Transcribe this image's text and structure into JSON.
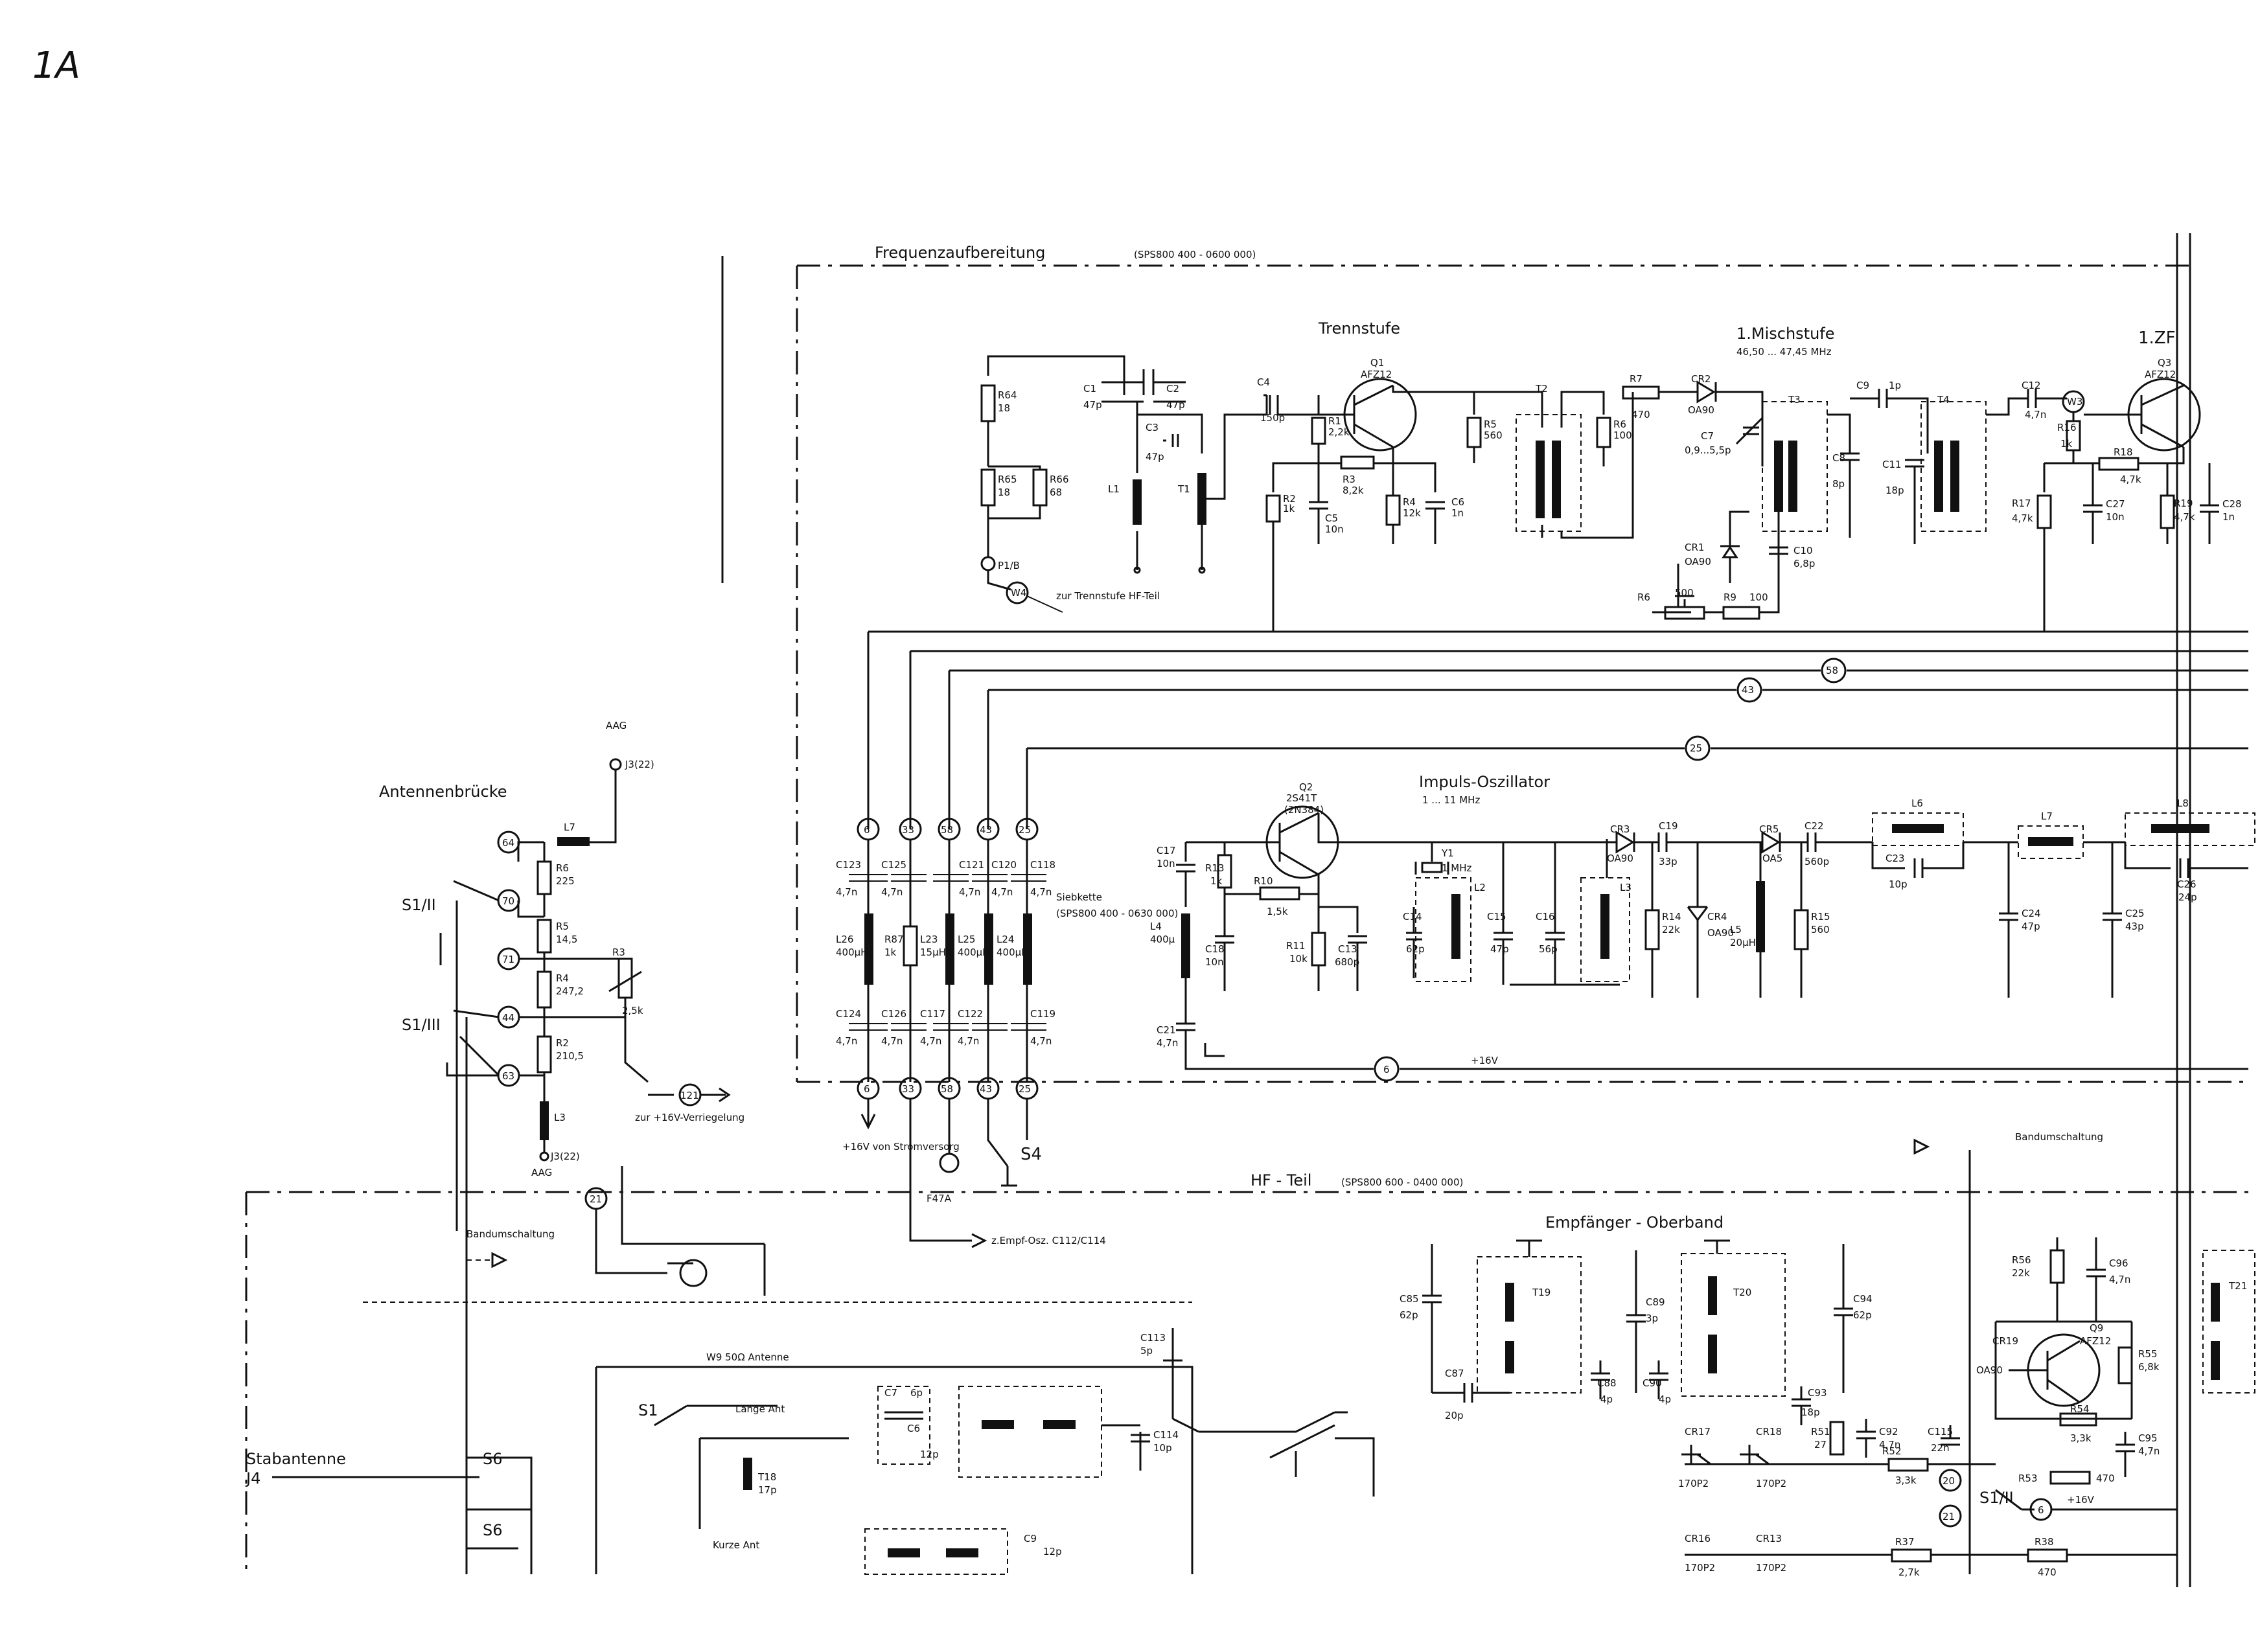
{
  "page_mark": "1A",
  "sections": {
    "freq": "Frequenzaufbereitung",
    "freq_code": "(SPS800 400 - 0600 000)",
    "hf": "HF - Teil",
    "hf_code": "(SPS800 600 - 0400 000)",
    "trennstufe": "Trennstufe",
    "mischstufe": "1.Mischstufe",
    "mischstufe_freq": "46,50 ... 47,45 MHz",
    "zf": "1.ZF",
    "impuls": "Impuls-Oszillator",
    "impuls_freq": "1 ... 11 MHz",
    "siebkette": "Siebkette",
    "siebkette_code": "(SPS800 400 - 0630 000)",
    "antennenbruecke": "Antennenbrücke",
    "empfaenger": "Empfänger - Oberband",
    "bandumschaltung": "Bandumschaltung",
    "stabantenne": "Stabantenne",
    "verriegelung": "zur +16V-Verriegelung",
    "zur_trennstufe": "zur Trennstufe HF-Teil",
    "stromversorg": "+16V von Stromversorg",
    "empf_osz": "z.Empf-Osz. C112/C114",
    "plus16": "+16V",
    "w9": "W9   50Ω  Antenne",
    "lange_ant": "Lange Ant",
    "kurze_ant": "Kurze Ant"
  },
  "labels": {
    "q1": "Q1",
    "q1t": "AFZ12",
    "q2": "Q2",
    "q2t": "2S41T",
    "q2p": "(2N384)",
    "q3": "Q3",
    "q3t": "AFZ12",
    "q9": "Q9",
    "q9t": "AFZ12",
    "r64": "R64",
    "r64v": "18",
    "r65": "R65",
    "r65v": "18",
    "r66": "R66",
    "r66v": "68",
    "c1": "C1",
    "c1v": "47p",
    "c2": "C2",
    "c2v": "47p",
    "c3": "C3",
    "c3v": "47p",
    "l1": "L1",
    "t1": "T1",
    "p1": "P1/B",
    "w4": "W4",
    "c4": "C4",
    "c4v": "150p",
    "r1": "R1",
    "r1v": "2,2k",
    "r2": "R2",
    "r2v": "1k",
    "r3": "R3",
    "r3v": "8,2k",
    "r4": "R4",
    "r4v": "12k",
    "r5": "R5",
    "r5v": "560",
    "c5": "C5",
    "c5v": "10n",
    "c6": "C6",
    "c6v": "1n",
    "t2": "T2",
    "r6b": "R6",
    "r6bv": "100",
    "r7": "R7",
    "r7v": "470",
    "cr2": "CR2",
    "cr2t": "OA90",
    "c7": "C7",
    "c7v": "0,9...5,5p",
    "cr1": "CR1",
    "cr1t": "OA90",
    "c10": "C10",
    "c10v": "6,8p",
    "r6": "R6",
    "r6v": "500",
    "r9": "R9",
    "r9v": "100",
    "t3": "T3",
    "c8": "C8",
    "c8v": "8p",
    "c9": "C9",
    "c9v": "1p",
    "c11": "C11",
    "c11v": "18p",
    "t4": "T4",
    "c12": "C12",
    "c12v": "4,7n",
    "w3": "W3",
    "r16": "R16",
    "r16v": "1k",
    "r18": "R18",
    "r18v": "4,7k",
    "r17": "R17",
    "r17v": "4,7k",
    "c27": "C27",
    "c27v": "10n",
    "r19": "R19",
    "r19v": "4,7k",
    "c28": "C28",
    "c28v": "1n",
    "n58": "58",
    "n43": "43",
    "n25": "25",
    "n6": "6",
    "n33": "33",
    "c17": "C17",
    "c17v": "10n",
    "r13": "R13",
    "r13v": "1k",
    "r10": "R10",
    "r10v": "1,5k",
    "r11": "R11",
    "r11v": "10k",
    "c13": "C13",
    "c13v": "680p",
    "l4": "L4",
    "l4v": "400µ",
    "c18b": "C18",
    "c18bv": "10n",
    "c21": "C21",
    "c21v": "4,7n",
    "y1": "Y1",
    "y1v": "1 MHz",
    "c14": "C14",
    "c14v": "62p",
    "l2": "L2",
    "c15": "C15",
    "c15v": "47p",
    "c16": "C16",
    "c16v": "56p",
    "l3": "L3",
    "cr3": "CR3",
    "cr3t": "OA90",
    "c19": "C19",
    "c19v": "33p",
    "r14": "R14",
    "r14v": "22k",
    "cr4": "CR4",
    "cr4t": "OA90",
    "cr5": "CR5",
    "cr5t": "OA5",
    "c22": "C22",
    "c22v": "560p",
    "l5": "L5",
    "l5v": "20µH",
    "r15": "R15",
    "r15v": "560",
    "l6": "L6",
    "c23": "C23",
    "c23v": "10p",
    "c24": "C24",
    "c24v": "47p",
    "l7": "L7",
    "c25": "C25",
    "c25v": "43p",
    "l8": "L8",
    "c26": "C26",
    "c26v": "24p",
    "c123": "C123",
    "c123v": "4,7n",
    "c125": "C125",
    "c125v": "4,7n",
    "c121": "C121",
    "c121v": "4,7n",
    "c120": "C120",
    "c120v": "4,7n",
    "c118": "C118",
    "c118v": "4,7n",
    "l26": "L26",
    "l26v": "400µH",
    "r87": "R87",
    "r87v": "1k",
    "l23": "L23",
    "l23v": "15µH",
    "l25": "L25",
    "l25v": "400µH",
    "l24": "L24",
    "l24v": "400µH",
    "c124": "C124",
    "c124v": "4,7n",
    "c126": "C126",
    "c126v": "4,7n",
    "c117": "C117",
    "c117v": "4,7n",
    "c122": "C122",
    "c122v": "4,7n",
    "c119": "C119",
    "c119v": "4,7n",
    "aag": "AAG",
    "j3_22": "J3(22)",
    "r6a": "R6",
    "r6av": "225",
    "r5a": "R5",
    "r5av": "14,5",
    "r4a": "R4",
    "r4av": "247,2",
    "r3a": "R3",
    "r3av": "2,5k",
    "r2a": "R2",
    "r2av": "210,5",
    "l7a": "L7",
    "l3a": "L3",
    "s1_11": "S1/II",
    "s1_111": "S1/III",
    "s4": "S4",
    "f47": "F47A",
    "n64": "64",
    "n70": "70",
    "n71": "71",
    "n44": "44",
    "n63": "63",
    "n121": "121",
    "n21": "21",
    "c85": "C85",
    "c85v": "62p",
    "c87": "C87",
    "c87v": "20p",
    "t19": "T19",
    "c88": "C88",
    "c88v": "4p",
    "c89": "C89",
    "c89v": "3p",
    "c90": "C90",
    "c90v": "4p",
    "t20": "T20",
    "c94": "C94",
    "c94v": "62p",
    "c93": "C93",
    "c93v": "18p",
    "r51": "R51",
    "r51v": "27",
    "c92": "C92",
    "c92v": "4,7n",
    "r52": "R52",
    "r52v": "3,3k",
    "c115": "C115",
    "c115v": "22n",
    "cr17": "CR17",
    "cr17t": "170P2",
    "cr18": "CR18",
    "cr18t": "170P2",
    "cr16": "CR16",
    "cr16t": "170P2",
    "cr13": "CR13",
    "cr13t": "170P2",
    "r37": "R37",
    "r37v": "2,7k",
    "r38": "R38",
    "r38v": "470",
    "r56": "R56",
    "r56v": "22k",
    "c96": "C96",
    "c96v": "4,7n",
    "cr19": "CR19",
    "cr19t": "OA90",
    "r55": "R55",
    "r55v": "6,8k",
    "r54": "R54",
    "r54v": "3,3k",
    "c95": "C95",
    "c95v": "4,7n",
    "r53": "R53",
    "r53v": "470",
    "t21": "T21",
    "n20": "20",
    "n6b": "6",
    "s1": "S1",
    "s6": "S6",
    "j4": "J4",
    "c113": "C113",
    "c113v": "5p",
    "c114": "C114",
    "c114v": "10p",
    "t18": "T18",
    "t18v": "17p",
    "c6b": "C6",
    "c7b": "C7",
    "c7bv": "6p",
    "c9b": "C9",
    "c9bv": "12p"
  }
}
